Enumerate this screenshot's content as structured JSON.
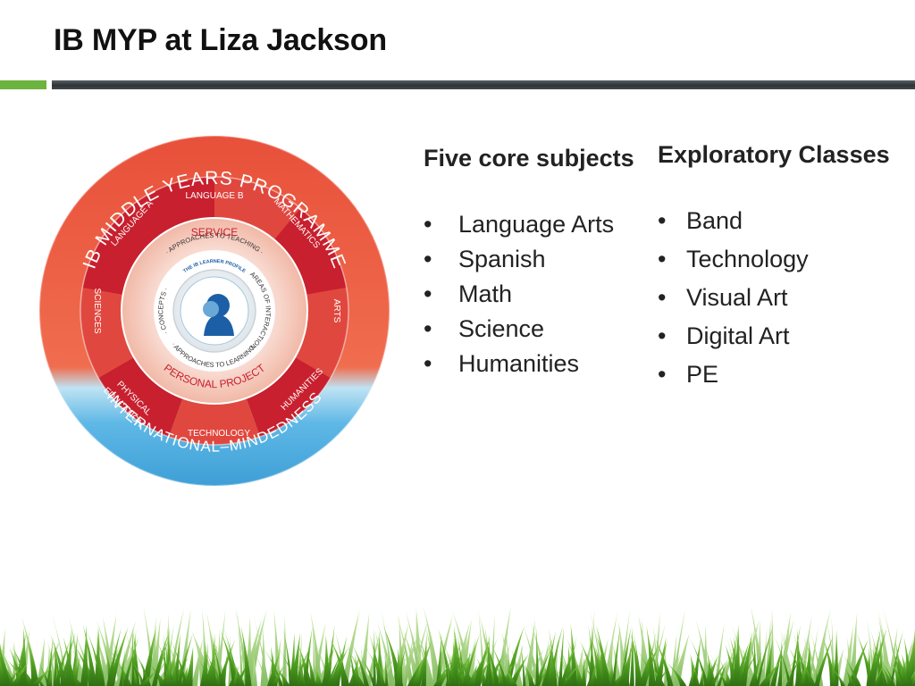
{
  "slide": {
    "title": "IB MYP at Liza Jackson"
  },
  "diagram": {
    "outer_ring_top": "IB MIDDLE YEARS PROGRAMME",
    "outer_ring_bottom": "INTERNATIONAL–MINDEDNESS",
    "subjects": {
      "language_b": "LANGUAGE B",
      "mathematics": "MATHEMATICS",
      "arts": "ARTS",
      "humanities": "HUMANITIES",
      "technology": "TECHNOLOGY",
      "physical_education_line1": "PHYSICAL",
      "physical_education_line2": "EDUCATION",
      "sciences": "SCIENCES",
      "language_a": "LANGUAGE A"
    },
    "inner_ring": {
      "top": "SERVICE",
      "bottom": "PERSONAL PROJECT"
    },
    "core_ring": {
      "top": "· APPROACHES TO TEACHING ·",
      "right": "· AREAS OF INTERACTION ·",
      "bottom": "· APPROACHES TO LEARNING ·",
      "left": "· CONCEPTS ·"
    },
    "center_badge": {
      "text": "THE IB LEARNER PROFILE"
    },
    "colors": {
      "outer_red": "#e8503a",
      "outer_blue": "#5fb8e6",
      "subject_dark": "#c8202e",
      "subject_light": "#e0483f",
      "inner_pink": "#f7d3c8"
    }
  },
  "core": {
    "heading": "Five core subjects",
    "items": [
      "Language Arts",
      "Spanish",
      "Math",
      "Science",
      "Humanities"
    ]
  },
  "exploratory": {
    "heading": "Exploratory Classes",
    "items": [
      "Band",
      "Technology",
      "Visual Art",
      "Digital Art",
      "PE"
    ]
  },
  "bullet_glyph": "•",
  "theme": {
    "accent_green": "#6db33f",
    "grass_green": "#4c9a20"
  }
}
